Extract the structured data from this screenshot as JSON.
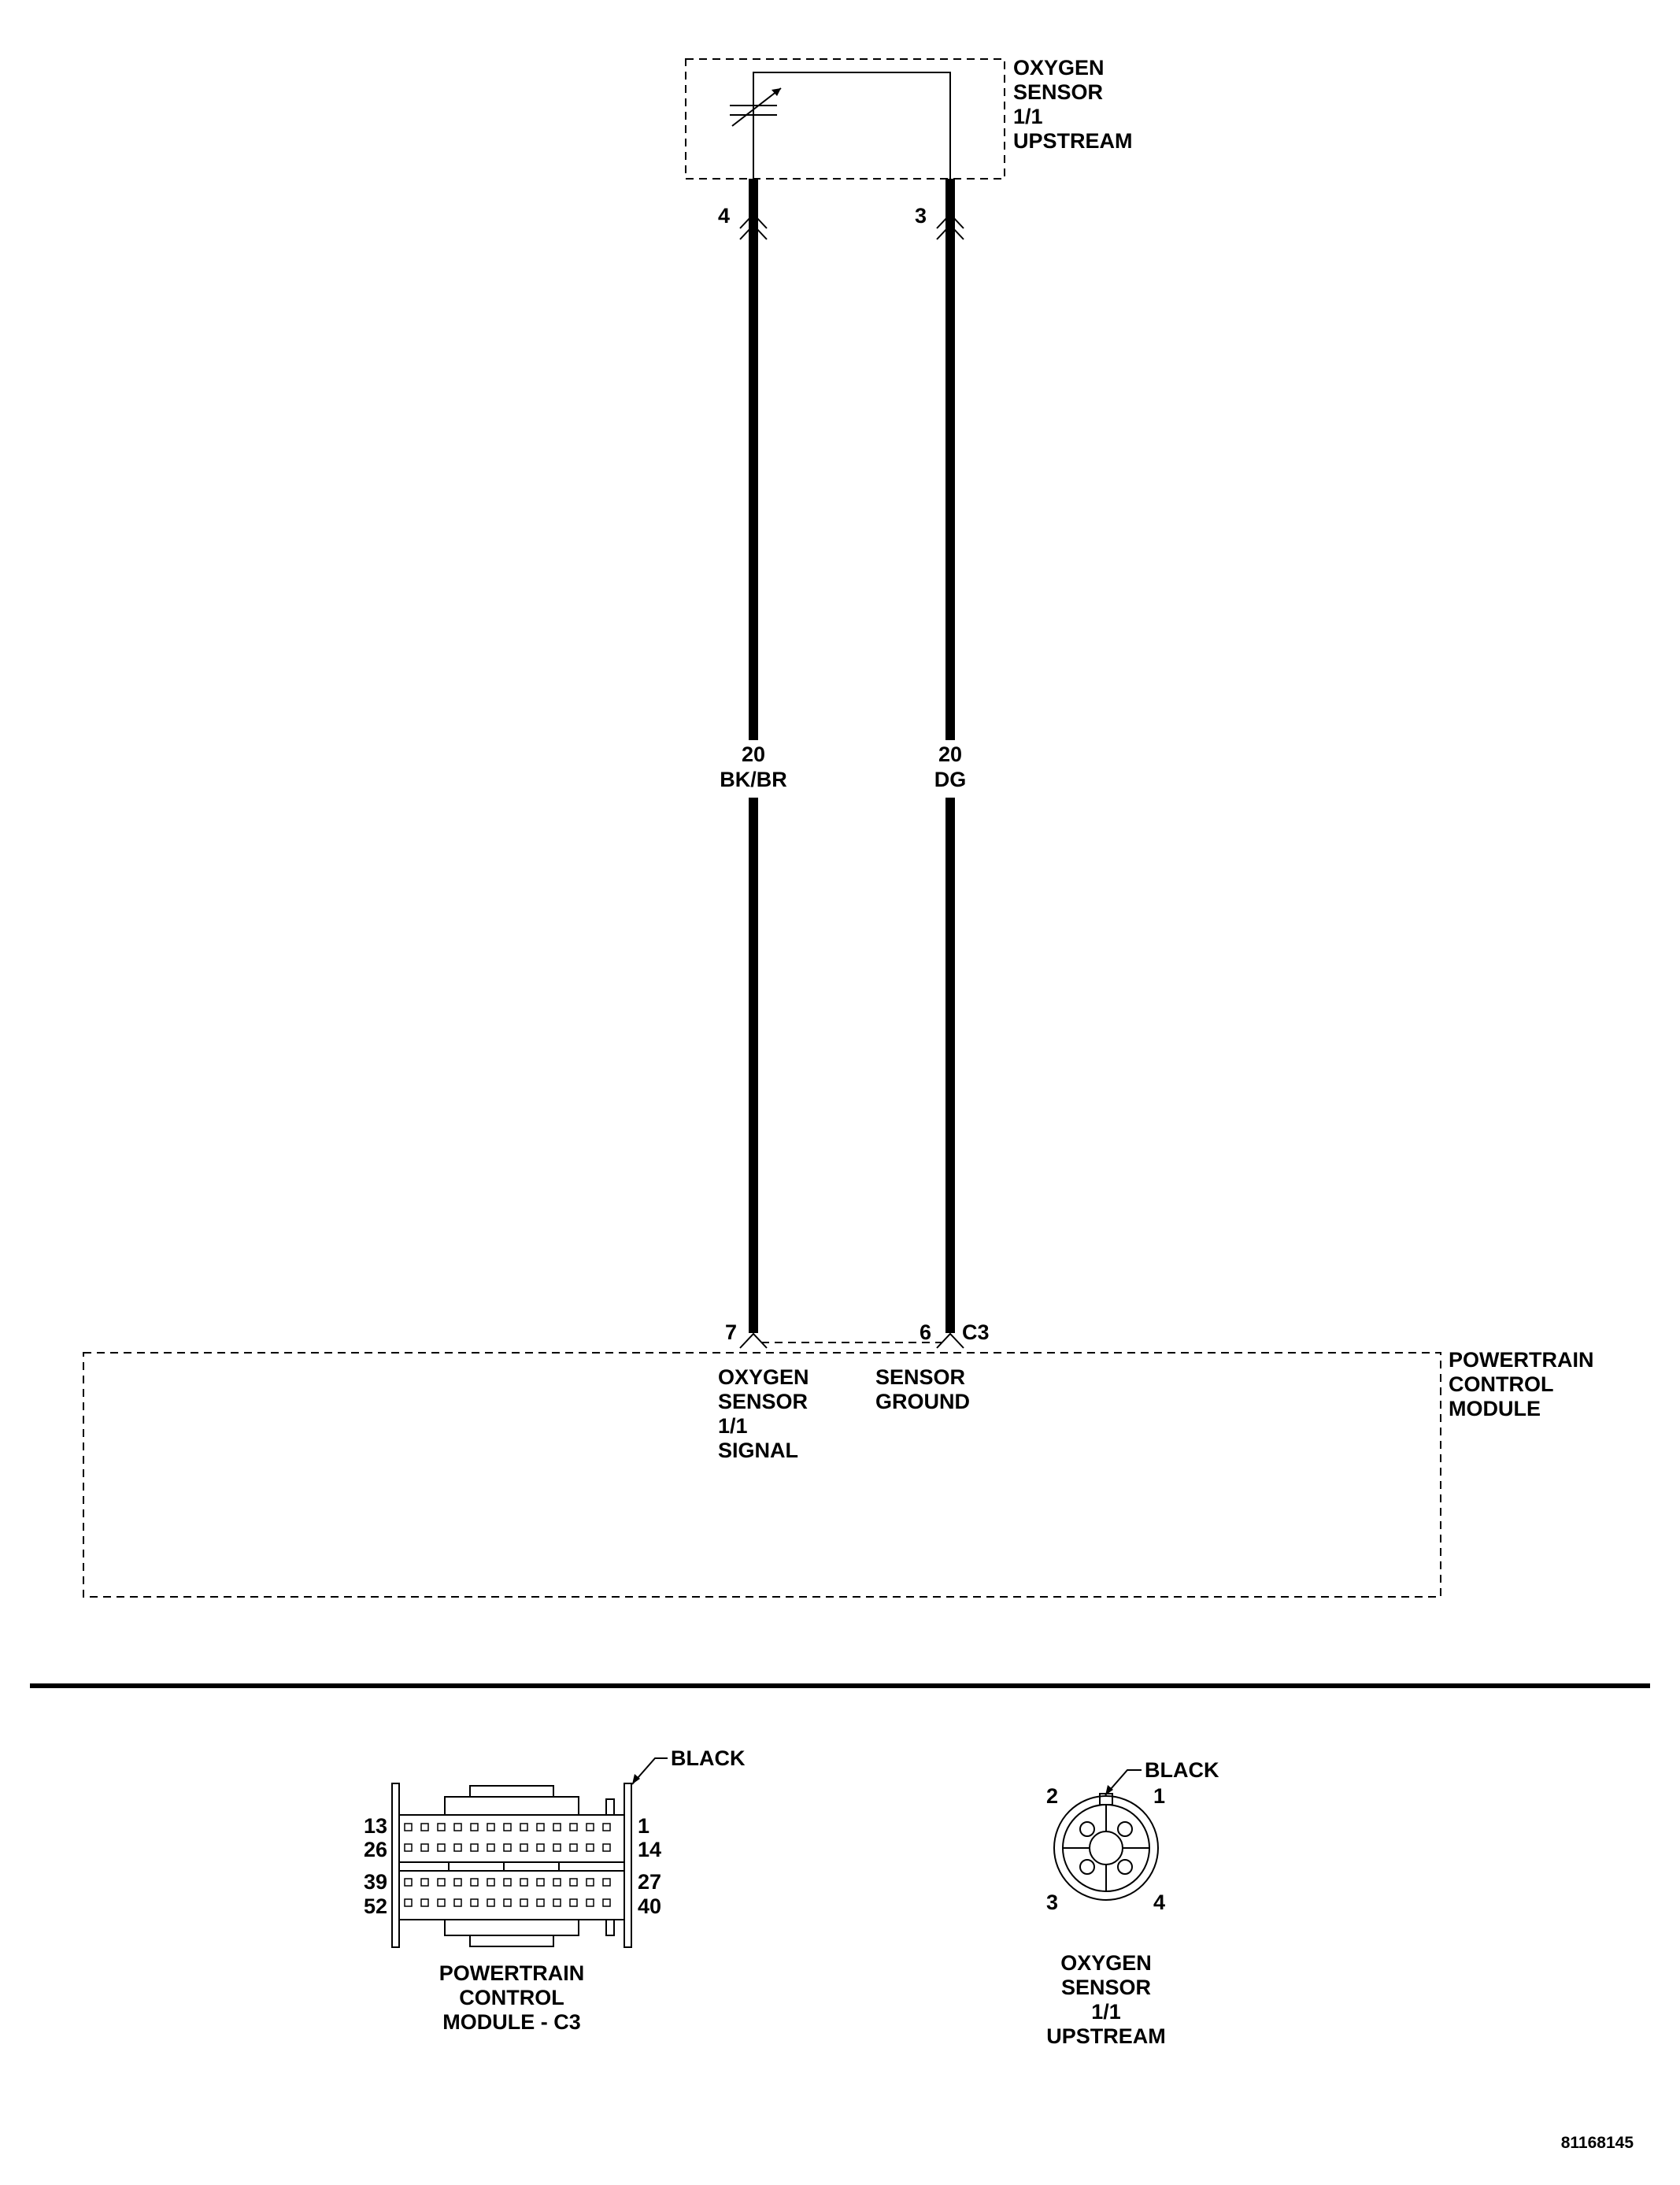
{
  "sensor": {
    "name_lines": [
      "OXYGEN",
      "SENSOR",
      "1/1",
      "UPSTREAM"
    ],
    "pin_signal": "4",
    "pin_ground": "3"
  },
  "wires": {
    "signal": {
      "gauge": "20",
      "color_code": "BK/BR"
    },
    "ground": {
      "gauge": "20",
      "color_code": "DG"
    }
  },
  "pcm": {
    "name_lines": [
      "POWERTRAIN",
      "CONTROL",
      "MODULE"
    ],
    "pin_signal": "7",
    "pin_ground": "6",
    "connector_id": "C3",
    "signal_label_lines": [
      "OXYGEN",
      "SENSOR",
      "1/1",
      "SIGNAL"
    ],
    "ground_label_lines": [
      "SENSOR",
      "GROUND"
    ]
  },
  "pcm_connector_view": {
    "color_label": "BLACK",
    "left_pins": [
      "13",
      "26",
      "39",
      "52"
    ],
    "right_pins": [
      "1",
      "14",
      "27",
      "40"
    ],
    "caption_lines": [
      "POWERTRAIN",
      "CONTROL",
      "MODULE - C3"
    ]
  },
  "sensor_connector_view": {
    "color_label": "BLACK",
    "pins": [
      "2",
      "1",
      "3",
      "4"
    ],
    "caption_lines": [
      "OXYGEN",
      "SENSOR",
      "1/1",
      "UPSTREAM"
    ]
  },
  "figure_id": "81168145"
}
